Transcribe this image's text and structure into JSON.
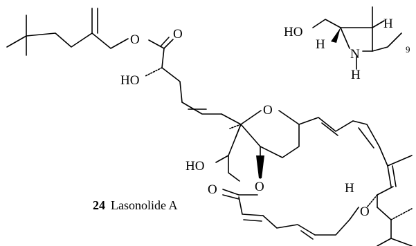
{
  "labels": {
    "o_ester_1": "O",
    "o_carbonyl_1": "O",
    "ho_side": "HO",
    "o_thp_top": "O",
    "ho_left": "HO",
    "o_macro": "O",
    "o_carbonyl_2": "O",
    "h_thp2": "H",
    "o_thp2": "O"
  },
  "inset": {
    "ho": "HO",
    "h_left": "H",
    "h_right": "H",
    "n": "N",
    "h_n": "H",
    "subscript": "9"
  },
  "caption": {
    "number": "24",
    "name": "Lasonolide A"
  }
}
